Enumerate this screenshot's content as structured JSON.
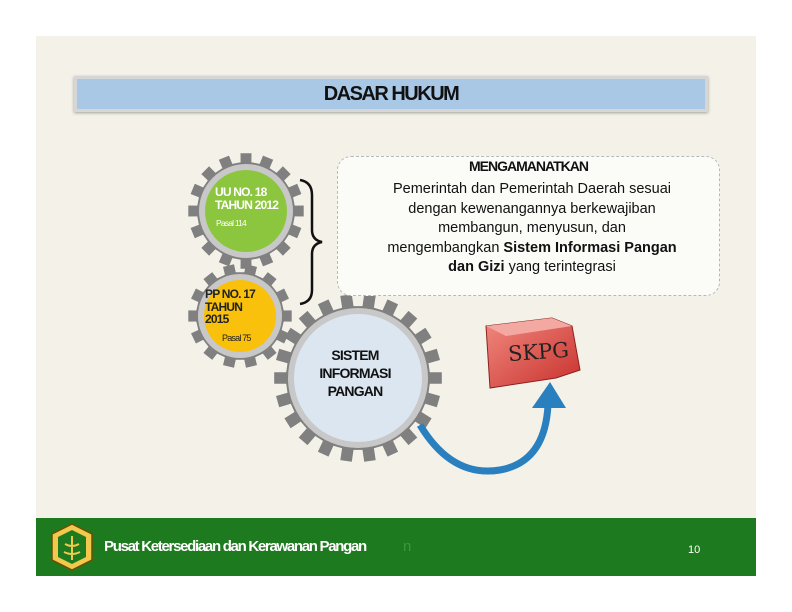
{
  "title": "DASAR HUKUM",
  "gear_uu": {
    "line1": "UU NO. 18",
    "line2": "TAHUN 2012",
    "pasal": "Pasal 114"
  },
  "gear_pp": {
    "line1": "PP NO. 17",
    "line2": "TAHUN",
    "line3": "2015",
    "pasal": "Pasal 75"
  },
  "gear_center": {
    "line1": "SISTEM",
    "line2": "INFORMASI",
    "line3": "PANGAN"
  },
  "mandate": {
    "heading": "MENGAMANATKAN",
    "line1": "Pemerintah dan Pemerintah Daerah sesuai",
    "line2": "dengan kewenangannya berkewajiban",
    "line3": "membangun, menyusun, dan",
    "line4_plain": "mengembangkan ",
    "line4_bold": "Sistem Informasi Pangan",
    "line5_bold": "dan Gizi",
    "line5_plain": " yang terintegrasi"
  },
  "skpg_label": "SKPG",
  "footer": {
    "title": "Pusat Ketersediaan dan Kerawanan Pangan",
    "ghost": "n",
    "page": "10"
  },
  "colors": {
    "title_bar": "#a9c8e6",
    "footer": "#1e7a1e",
    "gear_green": "#8cc63f",
    "gear_yellow": "#f9c00c",
    "gear_blue": "#dbe6f1",
    "skpg": "#d9534f"
  }
}
